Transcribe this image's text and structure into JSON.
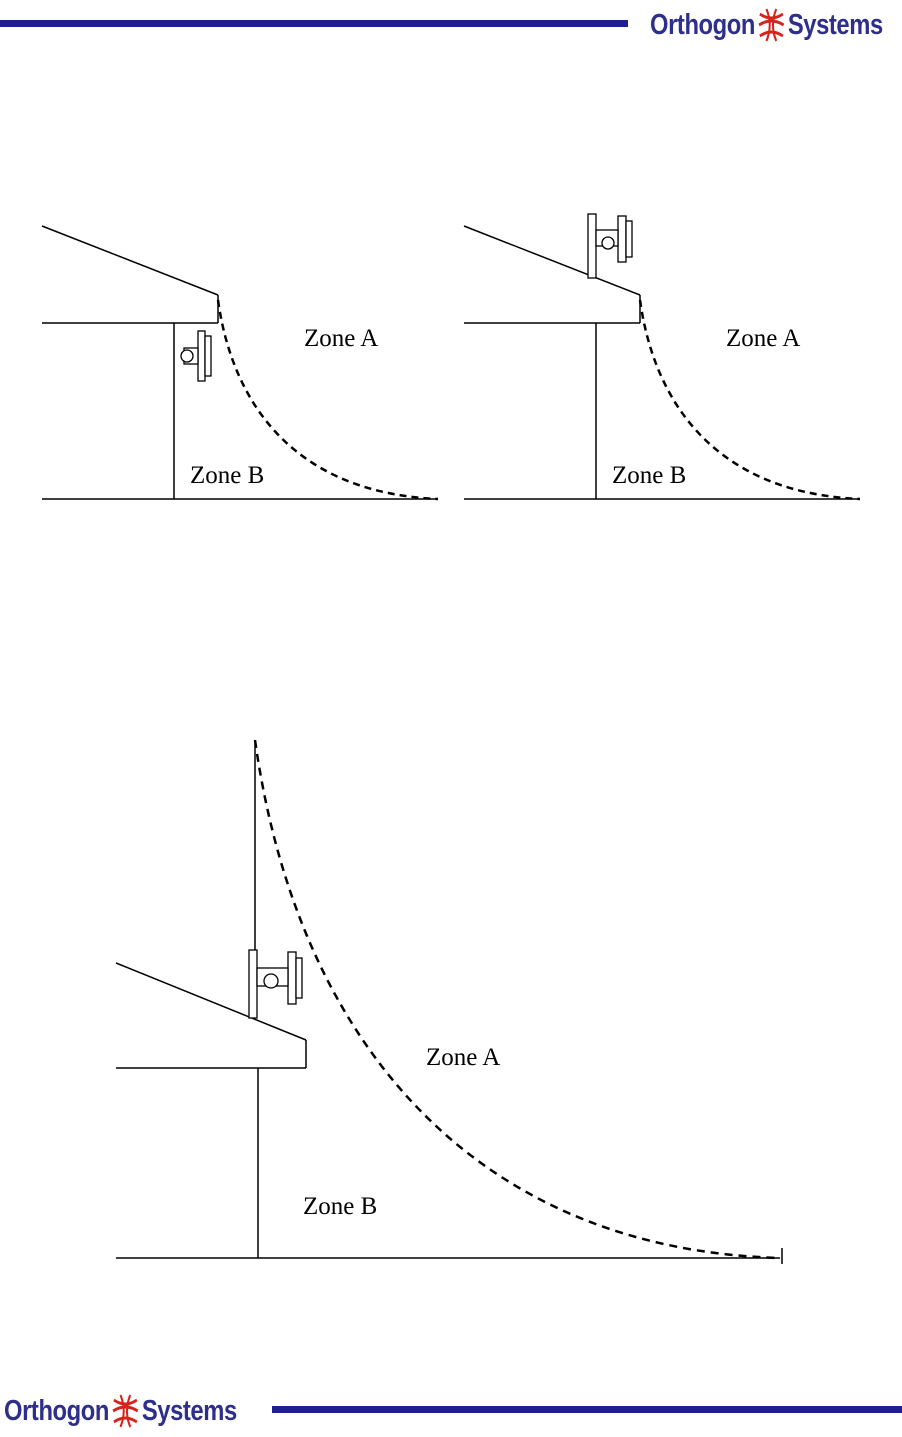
{
  "header": {
    "logo_left": "Orthogon",
    "logo_right": "Systems",
    "brand_color": "#2e2e8c",
    "rule_color": "#1f1f8f"
  },
  "footer": {
    "logo_left": "Orthogon",
    "logo_right": "Systems"
  },
  "figures": [
    {
      "zone_a": "Zone A",
      "zone_b": "Zone B"
    },
    {
      "zone_a": "Zone A",
      "zone_b": "Zone B"
    },
    {
      "zone_a": "Zone A",
      "zone_b": "Zone B"
    }
  ],
  "icons": {
    "logo_mark": "orthogon-swirl-icon",
    "antenna": "antenna-unit-icon"
  }
}
